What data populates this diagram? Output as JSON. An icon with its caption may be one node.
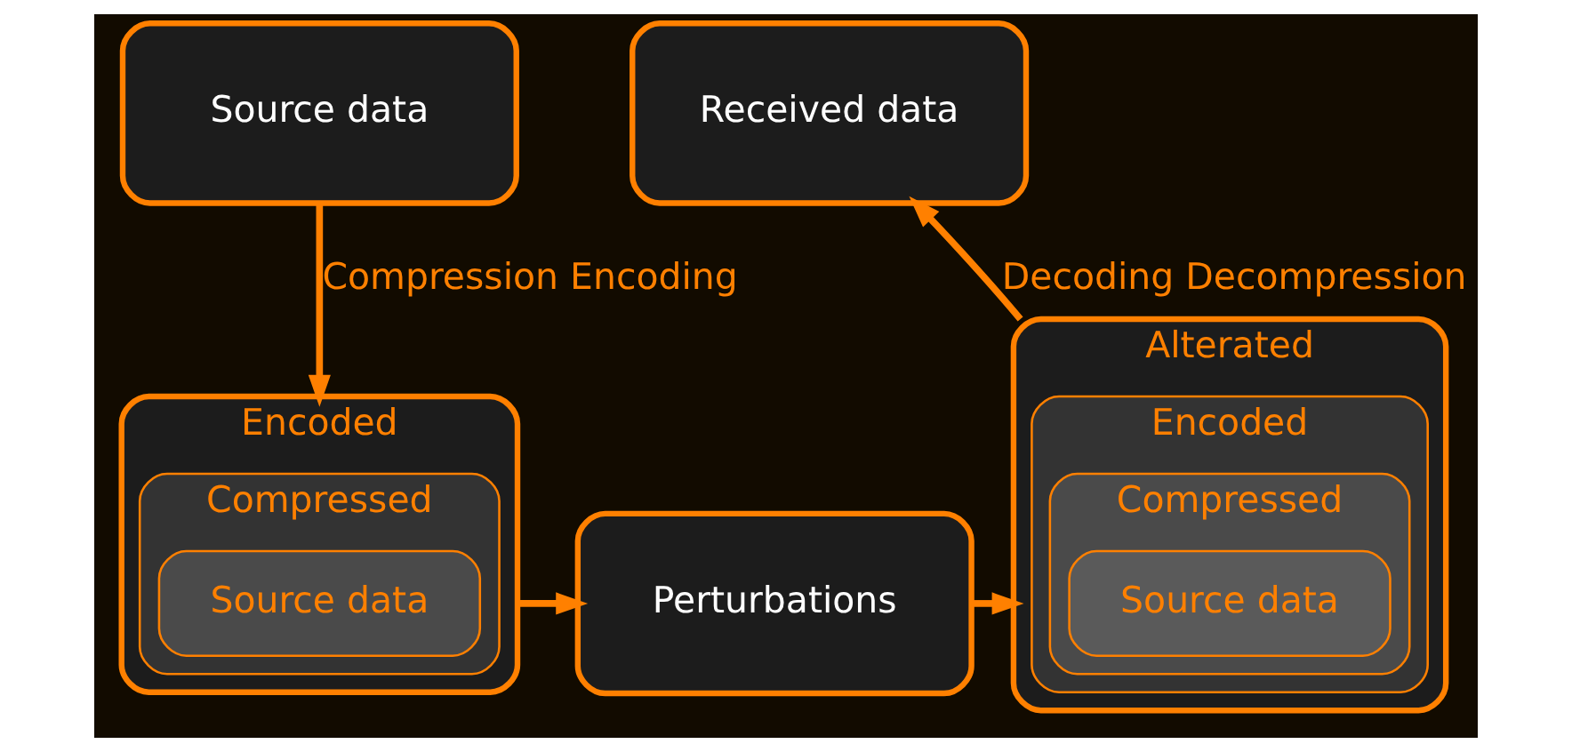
{
  "diagram": {
    "nodes": [
      {
        "text": [
          "Source data"
        ]
      },
      {
        "text": [
          "Encoded"
        ]
      },
      {
        "text": [
          "Compressed"
        ],
        "in": 1
      },
      {
        "text": [
          "Source data"
        ],
        "in": 2
      },
      {
        "text": [
          "Perturbations"
        ]
      },
      {
        "text": [
          "Alterated"
        ]
      },
      {
        "text": [
          "Encoded"
        ],
        "in": 5
      },
      {
        "text": [
          "Compressed"
        ],
        "in": 6
      },
      {
        "text": [
          "Source data"
        ],
        "in": 7
      },
      {
        "text": [
          "Received data"
        ]
      }
    ],
    "edges": [
      {
        "from": 0,
        "to": 1,
        "arrow": "to",
        "label": "Compression Encoding"
      },
      {
        "from": 1,
        "to": 4,
        "arrow": "to"
      },
      {
        "from": 4,
        "to": 5,
        "arrow": "to"
      },
      {
        "from": 5,
        "to": 9,
        "arrow": "to",
        "label": "Decoding Decompression"
      }
    ]
  }
}
